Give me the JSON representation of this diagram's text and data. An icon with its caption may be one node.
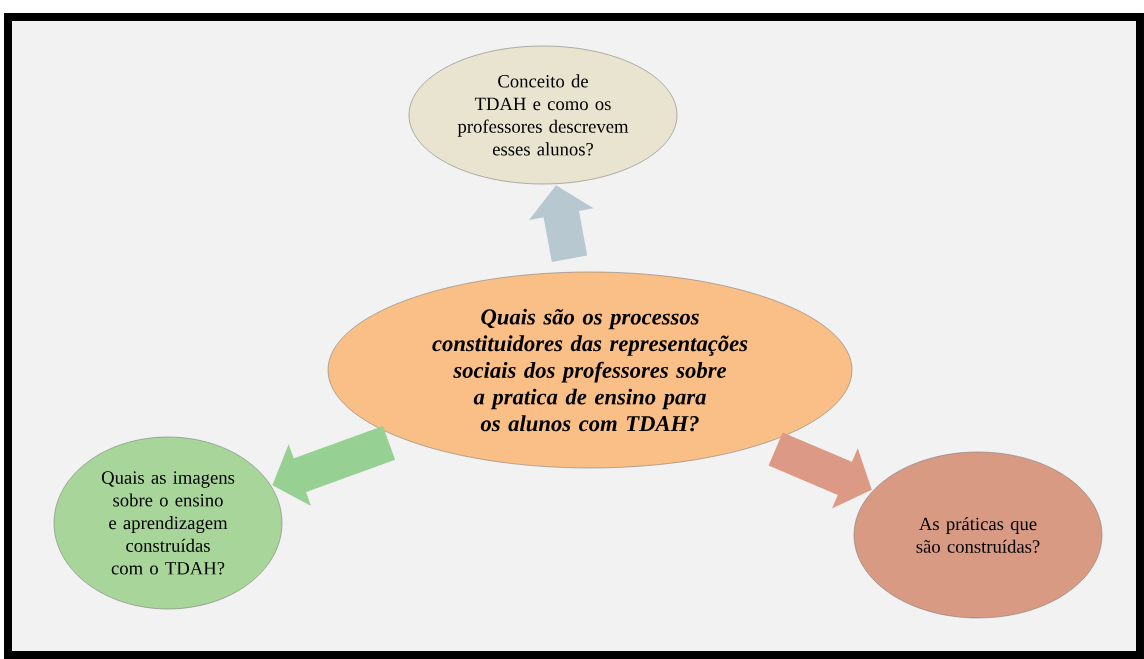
{
  "diagram": {
    "nodes": [
      {
        "text": [
          "Quais são os processos constituidores das representações sociais dos professores sobre a pratica de ensino para os alunos com TDAH?"
        ]
      },
      {
        "text": [
          "Conceito de TDAH e como os professores descrevem esses alunos?"
        ]
      },
      {
        "text": [
          "Quais as imagens sobre o ensino e aprendizagem construídas com o TDAH?"
        ]
      },
      {
        "text": [
          "As práticas que são construídas?"
        ]
      }
    ],
    "edges": [
      {
        "from": 0,
        "to": 1,
        "arrow": "to",
        "color": "#b8c8d0"
      },
      {
        "from": 0,
        "to": 2,
        "arrow": "to",
        "color": "#96d092"
      },
      {
        "from": 0,
        "to": 3,
        "arrow": "to",
        "color": "#dc9a86"
      }
    ]
  }
}
